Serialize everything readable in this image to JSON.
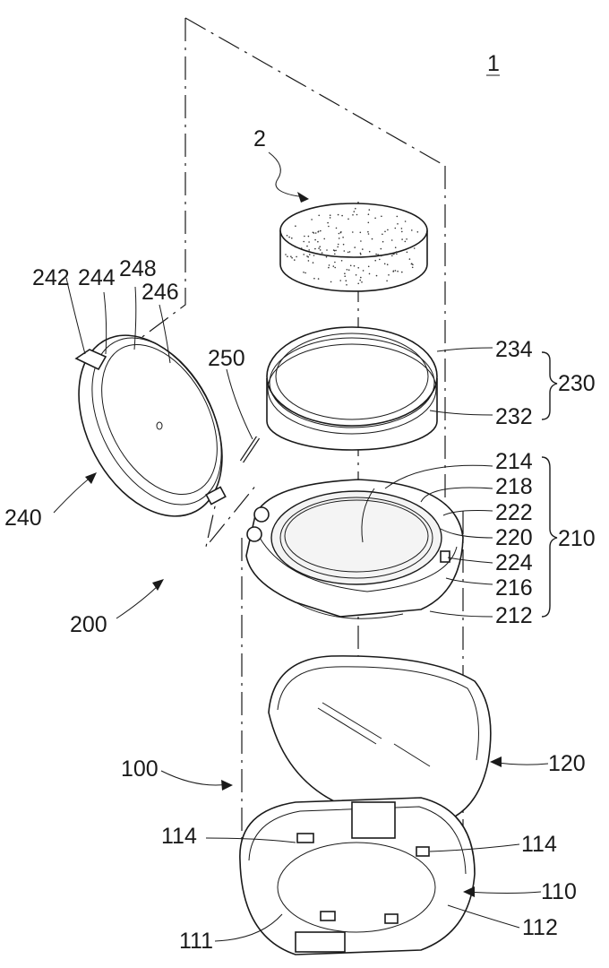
{
  "labels": {
    "assembly": "1",
    "puff": "2",
    "l242": "242",
    "l244": "244",
    "l248": "248",
    "l246": "246",
    "l250": "250",
    "l234": "234",
    "l232": "232",
    "l230": "230",
    "l214": "214",
    "l218": "218",
    "l222": "222",
    "l220": "220",
    "l224": "224",
    "l216": "216",
    "l212": "212",
    "l210": "210",
    "l240": "240",
    "l200": "200",
    "l100": "100",
    "l120": "120",
    "l114a": "114",
    "l114b": "114",
    "l110": "110",
    "l111": "111",
    "l112": "112"
  }
}
